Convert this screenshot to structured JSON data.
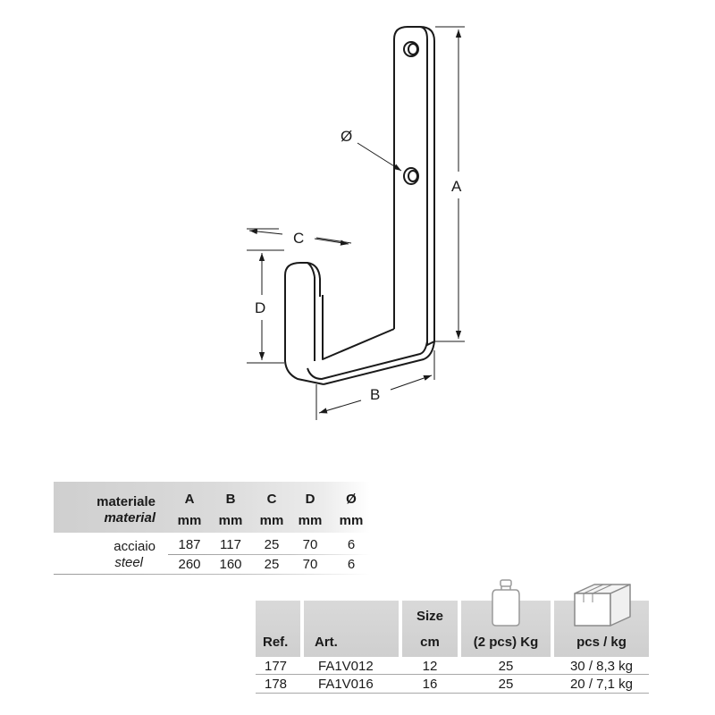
{
  "drawing": {
    "labels": {
      "diameter": "Ø",
      "a": "A",
      "b": "B",
      "c": "C",
      "d": "D"
    },
    "stroke_color": "#1a1a1a"
  },
  "material_table": {
    "headers": {
      "materiale": "materiale",
      "material": "material",
      "cols": [
        "A",
        "B",
        "C",
        "D",
        "Ø"
      ],
      "units": [
        "mm",
        "mm",
        "mm",
        "mm",
        "mm"
      ]
    },
    "material_it": "acciaio",
    "material_en": "steel",
    "rows": [
      [
        "187",
        "117",
        "25",
        "70",
        "6"
      ],
      [
        "260",
        "160",
        "25",
        "70",
        "6"
      ]
    ]
  },
  "product_table": {
    "headers": {
      "ref": "Ref.",
      "art": "Art.",
      "size": "Size",
      "size_unit": "cm",
      "weight": "(2 pcs) Kg",
      "pack": "pcs / kg"
    },
    "icons": {
      "weight": "weight-icon",
      "pack": "box-icon"
    },
    "rows": [
      {
        "ref": "177",
        "art": "FA1V012",
        "size": "12",
        "weight": "25",
        "pack": "30 / 8,3 kg"
      },
      {
        "ref": "178",
        "art": "FA1V016",
        "size": "16",
        "weight": "25",
        "pack": "20 / 7,1 kg"
      }
    ],
    "header_color": "#d4d4d4"
  }
}
